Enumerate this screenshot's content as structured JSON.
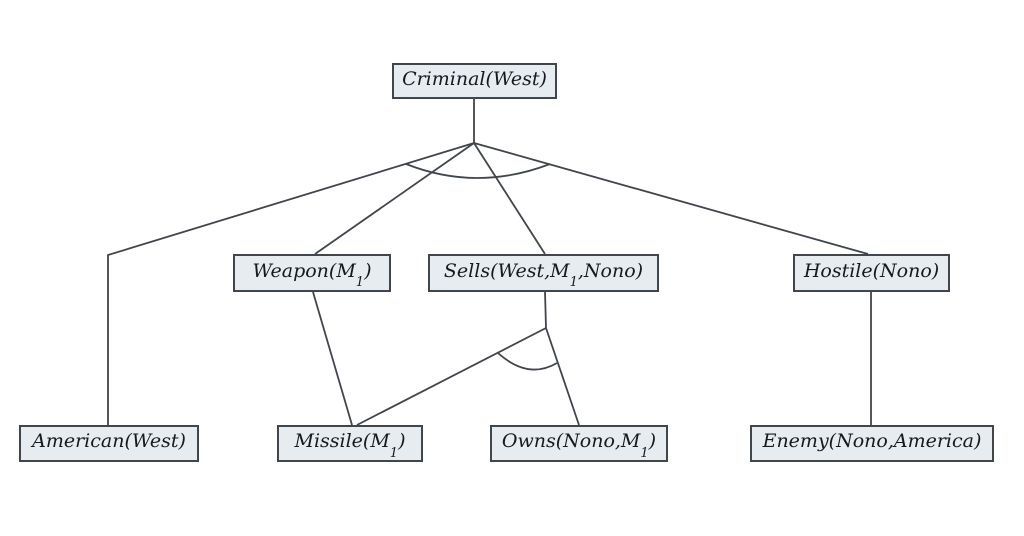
{
  "diagram": {
    "type": "proof-tree",
    "nodes": {
      "criminal": {
        "pre": "Criminal(West)",
        "sub": "",
        "post": ""
      },
      "weapon": {
        "pre": "Weapon(M",
        "sub": "1",
        "post": ")"
      },
      "sells": {
        "pre": "Sells(West,M",
        "sub": "1",
        "post": ",Nono)"
      },
      "hostile": {
        "pre": "Hostile(Nono)",
        "sub": "",
        "post": ""
      },
      "american": {
        "pre": "American(West)",
        "sub": "",
        "post": ""
      },
      "missile": {
        "pre": "Missile(M",
        "sub": "1",
        "post": ")"
      },
      "owns": {
        "pre": "Owns(Nono,M",
        "sub": "1",
        "post": ")"
      },
      "enemy": {
        "pre": "Enemy(Nono,America)",
        "sub": "",
        "post": ""
      }
    },
    "edges": [
      {
        "from": "criminal",
        "to": [
          "american",
          "weapon",
          "sells",
          "hostile"
        ],
        "and_group": true
      },
      {
        "from": "weapon",
        "to": [
          "missile"
        ],
        "and_group": false
      },
      {
        "from": "sells",
        "to": [
          "missile",
          "owns"
        ],
        "and_group": true
      },
      {
        "from": "hostile",
        "to": [
          "enemy"
        ],
        "and_group": false
      }
    ],
    "colors": {
      "background": "#ffffff",
      "node_fill": "#e7ecf1",
      "node_border": "#41464c",
      "edge_line": "#41464c",
      "text": "#17191c"
    }
  }
}
